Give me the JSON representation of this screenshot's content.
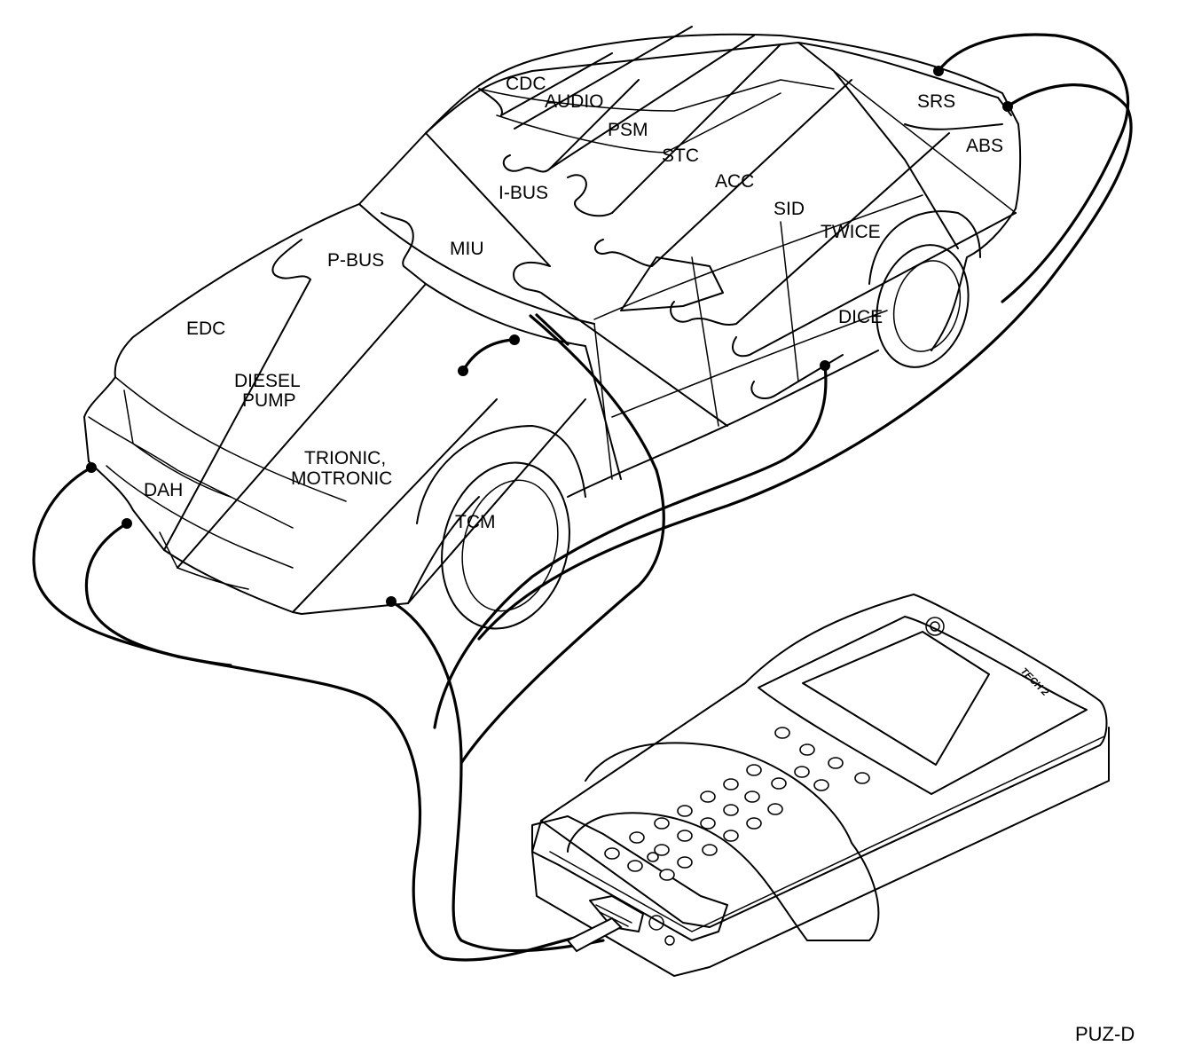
{
  "figure_code": "PUZ-D",
  "device": {
    "name": "TECH 2"
  },
  "modules": [
    {
      "id": "cdc",
      "label": "CDC"
    },
    {
      "id": "audio",
      "label": "AUDIO"
    },
    {
      "id": "psm",
      "label": "PSM"
    },
    {
      "id": "stc",
      "label": "STC"
    },
    {
      "id": "i-bus",
      "label": "I-BUS"
    },
    {
      "id": "acc",
      "label": "ACC"
    },
    {
      "id": "sid",
      "label": "SID"
    },
    {
      "id": "twice",
      "label": "TWICE"
    },
    {
      "id": "srs",
      "label": "SRS"
    },
    {
      "id": "abs",
      "label": "ABS"
    },
    {
      "id": "miu",
      "label": "MIU"
    },
    {
      "id": "p-bus",
      "label": "P-BUS"
    },
    {
      "id": "edc",
      "label": "EDC"
    },
    {
      "id": "diesel-pump-1",
      "label": "DIESEL"
    },
    {
      "id": "diesel-pump-2",
      "label": "PUMP"
    },
    {
      "id": "dice",
      "label": "DICE"
    },
    {
      "id": "trionic-1",
      "label": "TRIONIC,"
    },
    {
      "id": "trionic-2",
      "label": "MOTRONIC"
    },
    {
      "id": "dah",
      "label": "DAH"
    },
    {
      "id": "tcm",
      "label": "TCM"
    }
  ],
  "colors": {
    "ink": "#000000",
    "paper": "#ffffff"
  }
}
